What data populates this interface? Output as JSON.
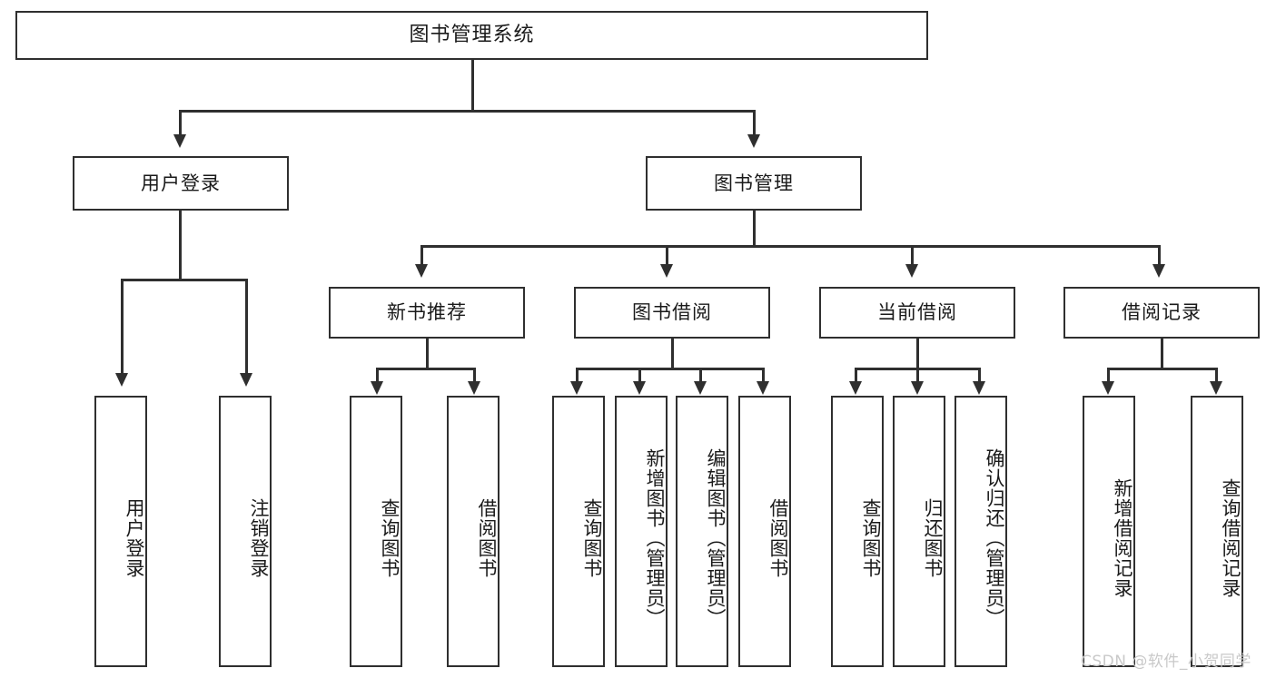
{
  "diagram": {
    "title": "图书管理系统",
    "type": "hierarchy-tree",
    "root": {
      "label": "图书管理系统"
    },
    "level1": [
      {
        "label": "用户登录"
      },
      {
        "label": "图书管理"
      }
    ],
    "level2": [
      {
        "label": "新书推荐"
      },
      {
        "label": "图书借阅"
      },
      {
        "label": "当前借阅"
      },
      {
        "label": "借阅记录"
      }
    ],
    "leaves_user_login": [
      {
        "label": "用户登录"
      },
      {
        "label": "注销登录"
      }
    ],
    "leaves_new_book": [
      {
        "label": "查询图书"
      },
      {
        "label": "借阅图书"
      }
    ],
    "leaves_borrow": [
      {
        "label": "查询图书"
      },
      {
        "label": "新增图书（管理员）"
      },
      {
        "label": "编辑图书（管理员）"
      },
      {
        "label": "借阅图书"
      }
    ],
    "leaves_current": [
      {
        "label": "查询图书"
      },
      {
        "label": "归还图书"
      },
      {
        "label": "确认归还（管理员）"
      }
    ],
    "leaves_records": [
      {
        "label": "新增借阅记录"
      },
      {
        "label": "查询借阅记录"
      }
    ]
  },
  "watermark": {
    "text": "CSDN @软件_小贺同学"
  },
  "colors": {
    "border": "#2f2f2f",
    "background": "#ffffff",
    "text": "#1a1a1a",
    "watermark": "#c9c9c9"
  }
}
